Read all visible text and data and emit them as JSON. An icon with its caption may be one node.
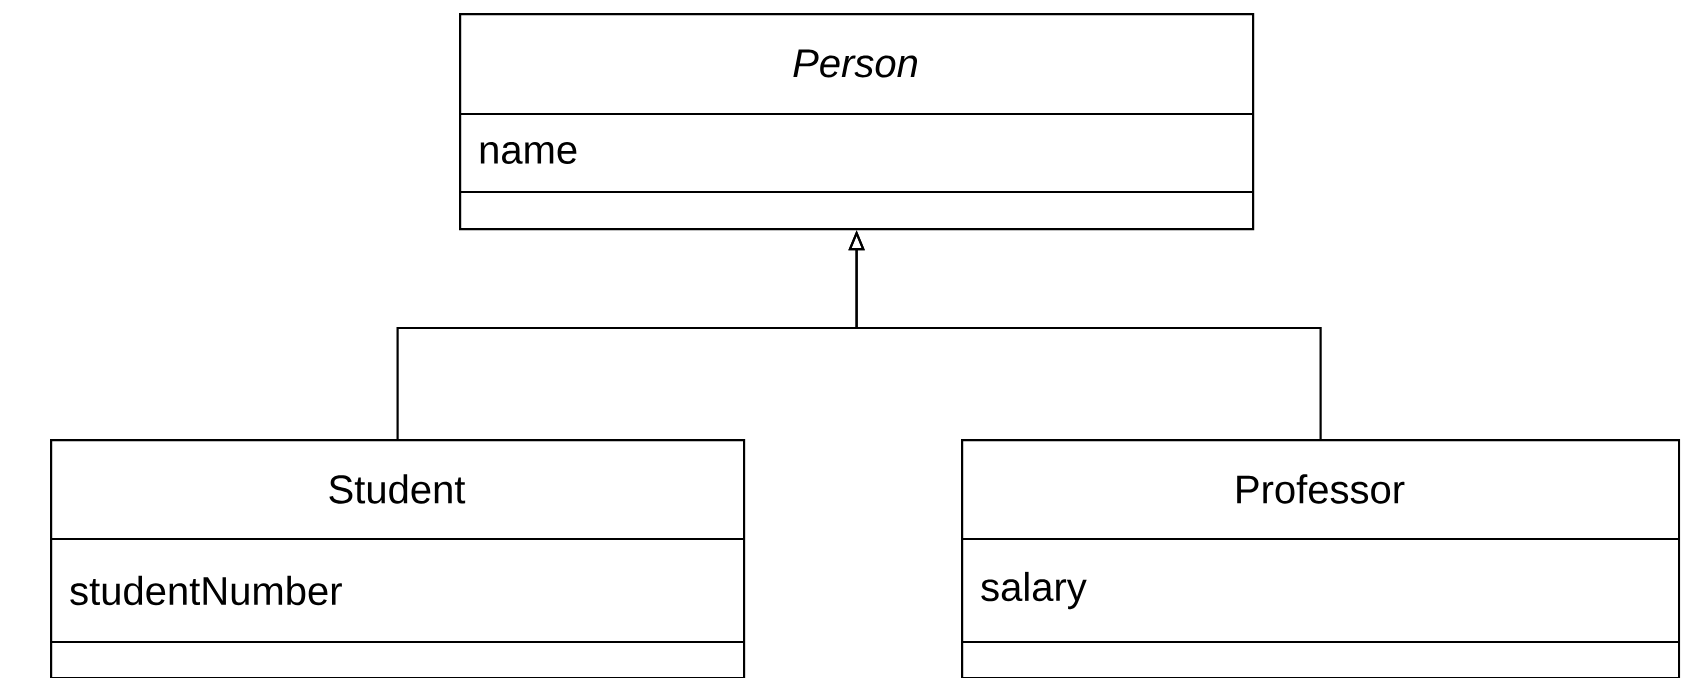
{
  "diagram": {
    "nodes": [
      {
        "text": [
          "Person",
          "name"
        ]
      },
      {
        "text": [
          "Student",
          "studentNumber"
        ]
      },
      {
        "text": [
          "Professor",
          "salary"
        ]
      }
    ],
    "edges": [
      {
        "from": 1,
        "to": 0,
        "arrow": "to"
      },
      {
        "from": 2,
        "to": 0,
        "arrow": "to"
      }
    ]
  }
}
